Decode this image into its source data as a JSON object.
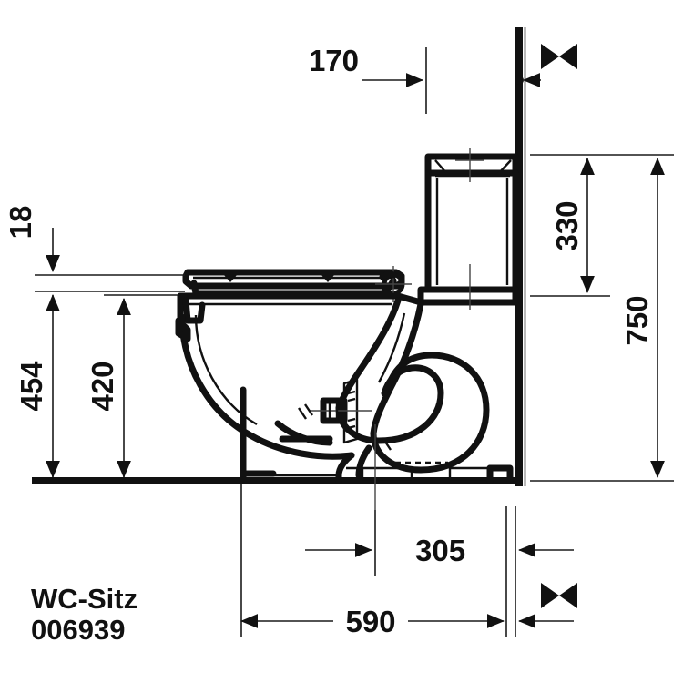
{
  "drawing": {
    "product_label": {
      "line1": "WC-Sitz",
      "line2": "006939"
    },
    "units_note": "",
    "dimensions": {
      "top_horizontal": {
        "value": "170",
        "name": "tank-to-wall-distance",
        "orientation": "horizontal"
      },
      "left_vertical_small": {
        "value": "18",
        "name": "seat-thickness",
        "orientation": "vertical"
      },
      "left_vertical_outer": {
        "value": "454",
        "name": "seat-top-height",
        "orientation": "vertical"
      },
      "left_vertical_inner": {
        "value": "420",
        "name": "bowl-rim-height",
        "orientation": "vertical"
      },
      "right_vertical_inner": {
        "value": "330",
        "name": "tank-height-from-rim",
        "orientation": "vertical"
      },
      "right_vertical_outer": {
        "value": "750",
        "name": "overall-height",
        "orientation": "vertical"
      },
      "bottom_inner": {
        "value": "305",
        "name": "outlet-to-wall-distance",
        "orientation": "horizontal"
      },
      "bottom_outer": {
        "value": "590",
        "name": "overall-depth",
        "orientation": "horizontal"
      }
    },
    "variable_marks": [
      {
        "id": "x-mark-top-right",
        "symbol": "X"
      },
      {
        "id": "x-mark-bottom-right",
        "symbol": "X"
      }
    ],
    "colors": {
      "line": "#111111",
      "thin_line": "#1a1a1a",
      "background": "#ffffff"
    }
  }
}
